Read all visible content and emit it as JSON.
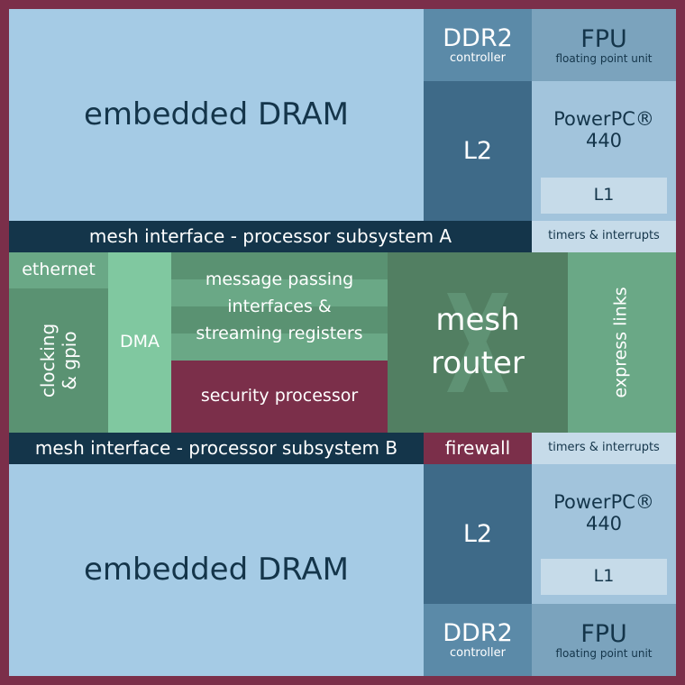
{
  "top": {
    "dram": "embedded DRAM",
    "ddr2": "DDR2",
    "ddr2_sub": "controller",
    "l2": "L2",
    "fpu": "FPU",
    "fpu_sub": "floating point unit",
    "ppc": "PowerPC®",
    "ppc_num": "440",
    "l1": "L1"
  },
  "mesh_a": "mesh interface - processor subsystem A",
  "timers_a": "timers & interrupts",
  "middle": {
    "ethernet": "ethernet",
    "clocking": "clocking",
    "gpio": "& gpio",
    "dma": "DMA",
    "msg1": "message passing",
    "msg2": "interfaces &",
    "msg3": "streaming registers",
    "security": "security processor",
    "router1": "mesh",
    "router2": "router",
    "router_logo": "X",
    "express": "express links"
  },
  "mesh_b": "mesh interface - processor subsystem B",
  "firewall": "firewall",
  "timers_b": "timers & interrupts",
  "bottom": {
    "dram": "embedded DRAM",
    "ddr2": "DDR2",
    "ddr2_sub": "controller",
    "l2": "L2",
    "fpu": "FPU",
    "fpu_sub": "floating point unit",
    "ppc": "PowerPC®",
    "ppc_num": "440",
    "l1": "L1"
  },
  "colors": {
    "border": "#7b2f4a",
    "dram": "#a5cbe5",
    "l2": "#3e6a88",
    "ddr2": "#5b8aa8",
    "mesh_bar": "#14354a",
    "green": "#5a9272",
    "dma": "#80c8a0",
    "security": "#7b2f4a",
    "router": "#527f62"
  }
}
